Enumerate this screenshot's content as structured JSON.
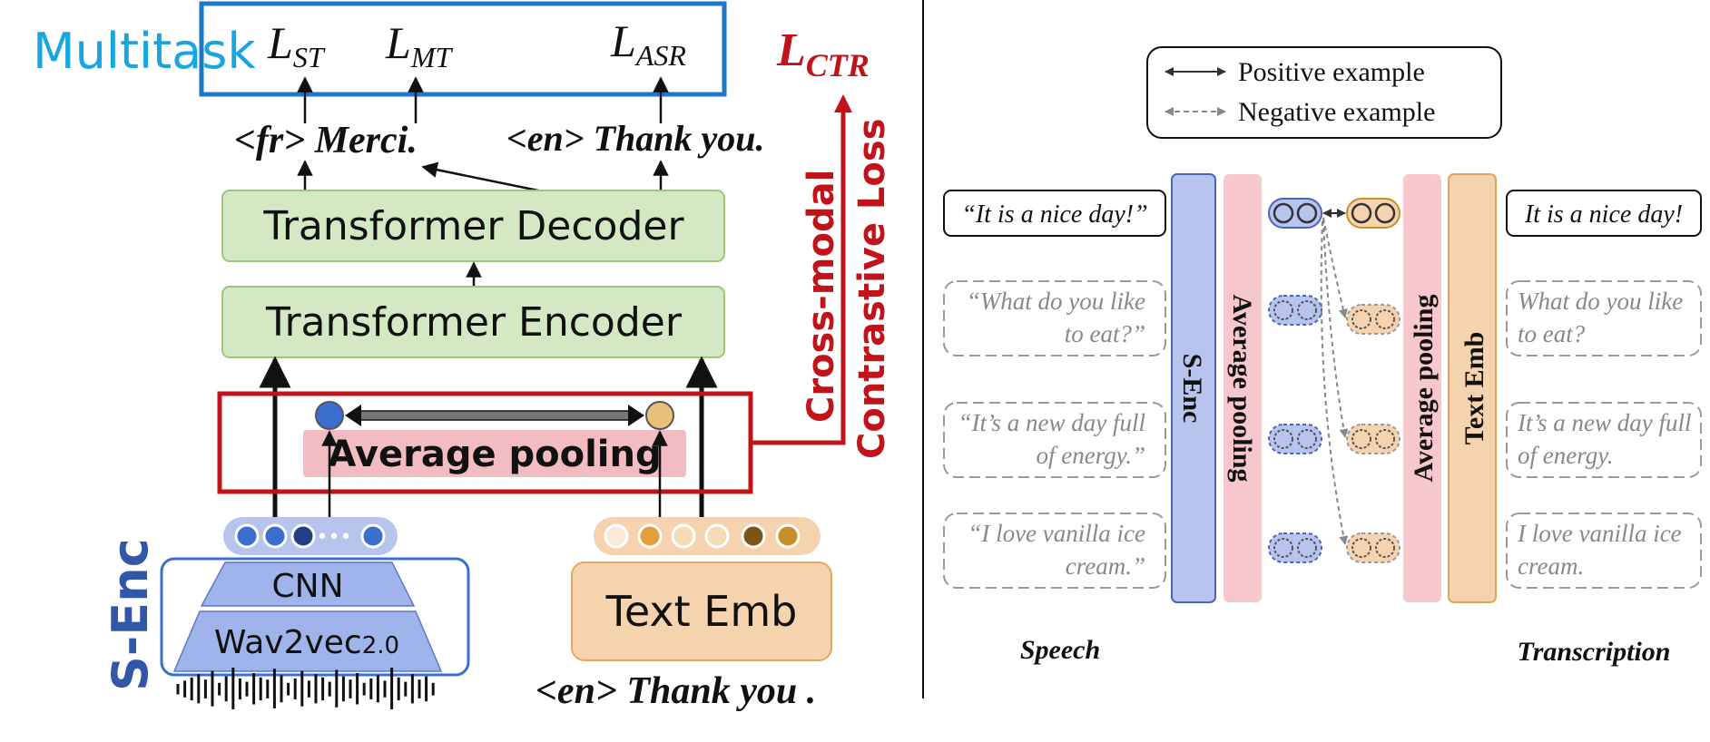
{
  "left_panel": {
    "multitask_label": "Multitask",
    "losses": {
      "st": {
        "main": "L",
        "sub": "ST"
      },
      "mt": {
        "main": "L",
        "sub": "MT"
      },
      "asr": {
        "main": "L",
        "sub": "ASR"
      },
      "ctr": {
        "main": "L",
        "sub": "CTR"
      }
    },
    "outputs": {
      "fr": "<fr> Merci.",
      "en": "<en> Thank you."
    },
    "decoder_label": "Transformer Decoder",
    "encoder_label": "Transformer Encoder",
    "pooling_label": "Average pooling",
    "contrastive_line1": "Cross-modal",
    "contrastive_line2": "Contrastive Loss",
    "cnn_label": "CNN",
    "wav2vec_main": "Wav2vec",
    "wav2vec_version": "2.0",
    "senc_label": "S-Enc",
    "text_emb_label": "Text Emb",
    "input_text": "<en> Thank you .",
    "speech_dots": "•••",
    "colors": {
      "blue_frame": "#1f77c9",
      "multitask": "#18a6e0",
      "red": "#c0141a",
      "green_fill": "#d5e8c4",
      "green_stroke": "#9cc77a",
      "pink": "#f3bcc3",
      "speech_node": "#3a6fd0",
      "text_node": "#e8c07a",
      "cnn_fill": "#9fb4ea",
      "text_emb_fill": "#f5d3ae"
    }
  },
  "right_panel": {
    "legend": {
      "positive": "Positive example",
      "negative": "Negative example"
    },
    "speech_items": [
      "“It is a nice day!”",
      "“What do you like to eat?”",
      "“It’s a new day full of energy.”",
      "“I love vanilla ice cream.”"
    ],
    "text_items": [
      "It is a nice day!",
      "What do you like to eat?",
      "It’s a new day full of energy.",
      "I love vanilla ice cream."
    ],
    "s_enc_label": "S-Enc",
    "pool_left_label": "Average pooling",
    "pool_right_label": "Average pooling",
    "text_emb_label": "Text Emb",
    "speech_caption": "Speech",
    "transcription_caption": "Transcription"
  }
}
